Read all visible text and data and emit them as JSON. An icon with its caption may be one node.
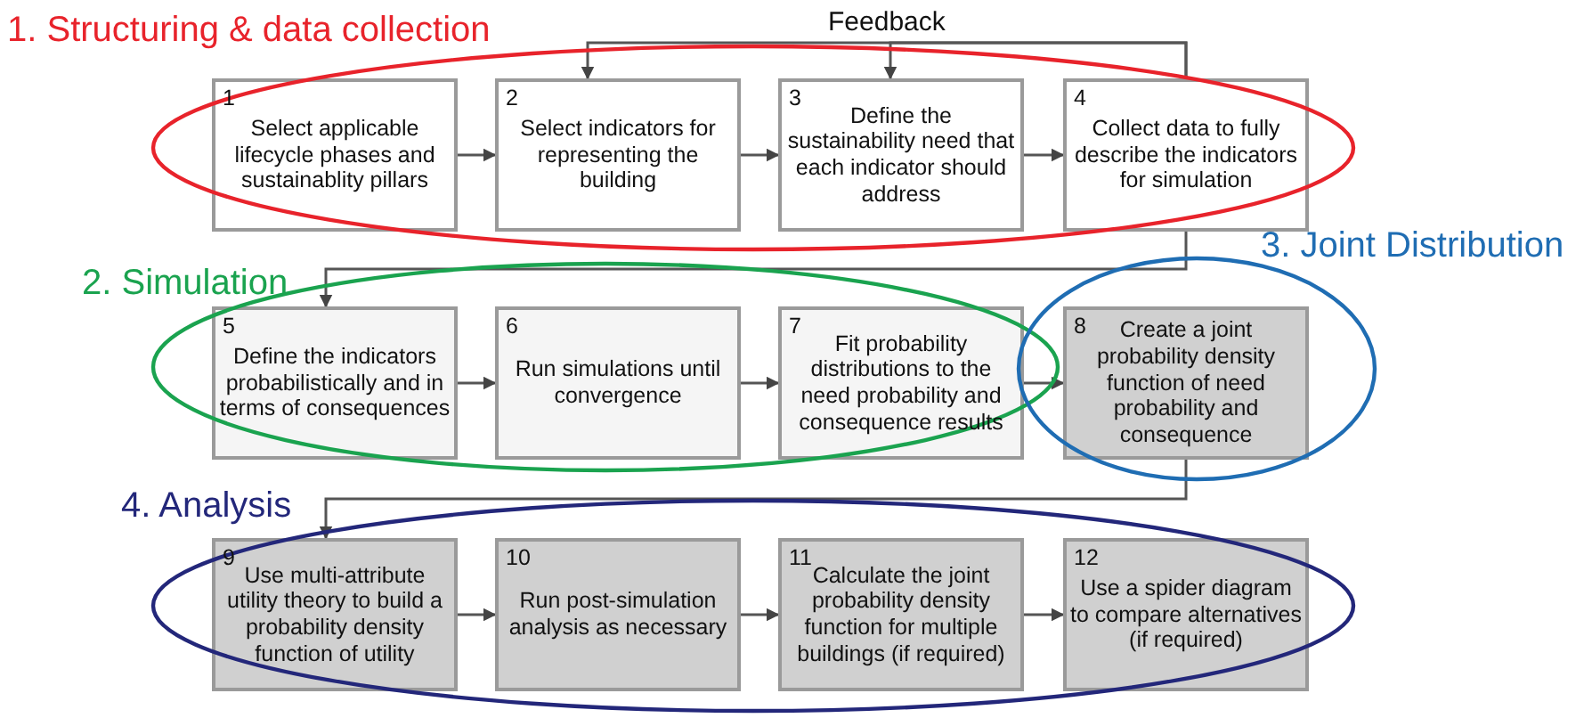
{
  "diagram": {
    "nodes": [
      {
        "text": [
          "1",
          "Select applicable lifecycle phases and sustainablity pillars"
        ]
      },
      {
        "text": [
          "2",
          "Select indicators for representing the building"
        ]
      },
      {
        "text": [
          "3",
          "Define the sustainability need that each indicator should address"
        ]
      },
      {
        "text": [
          "4",
          "Collect data to fully describe the indicators for simulation"
        ]
      },
      {
        "text": [
          "5",
          "Define the indicators probabilistically and in terms of consequences"
        ]
      },
      {
        "text": [
          "6",
          "Run simulations until convergence"
        ]
      },
      {
        "text": [
          "7",
          "Fit probability distributions to the need probability and consequence results"
        ]
      },
      {
        "text": [
          "8",
          "Create a joint probability density function of need probability and consequence"
        ]
      },
      {
        "text": [
          "9",
          "Use multi-attribute utility theory to build a probability density function of utility"
        ]
      },
      {
        "text": [
          "10",
          "Run post-simulation analysis as necessary"
        ]
      },
      {
        "text": [
          "11",
          "Calculate the joint probability density function for multiple buildings (if required)"
        ]
      },
      {
        "text": [
          "12",
          "Use a spider diagram to compare alternatives (if required)"
        ]
      }
    ],
    "edges": [
      {
        "from": 0,
        "to": 1,
        "arrow": "to"
      },
      {
        "from": 1,
        "to": 2,
        "arrow": "to"
      },
      {
        "from": 2,
        "to": 3,
        "arrow": "to"
      },
      {
        "from": 3,
        "to": 1,
        "arrow": "to"
      },
      {
        "from": 3,
        "to": 2,
        "arrow": "to"
      },
      {
        "from": 3,
        "to": 4,
        "arrow": "to"
      },
      {
        "from": 4,
        "to": 5,
        "arrow": "to"
      },
      {
        "from": 5,
        "to": 6,
        "arrow": "to"
      },
      {
        "from": 6,
        "to": 7,
        "arrow": "to"
      },
      {
        "from": 7,
        "to": 8,
        "arrow": "to"
      },
      {
        "from": 8,
        "to": 9,
        "arrow": "to"
      },
      {
        "from": 9,
        "to": 10,
        "arrow": "to"
      },
      {
        "from": 10,
        "to": 11,
        "arrow": "to"
      }
    ],
    "labels": [
      "1. Structuring & data collection",
      "Feedback",
      "2. Simulation",
      "3. Joint Distribution",
      "4. Analysis"
    ]
  }
}
